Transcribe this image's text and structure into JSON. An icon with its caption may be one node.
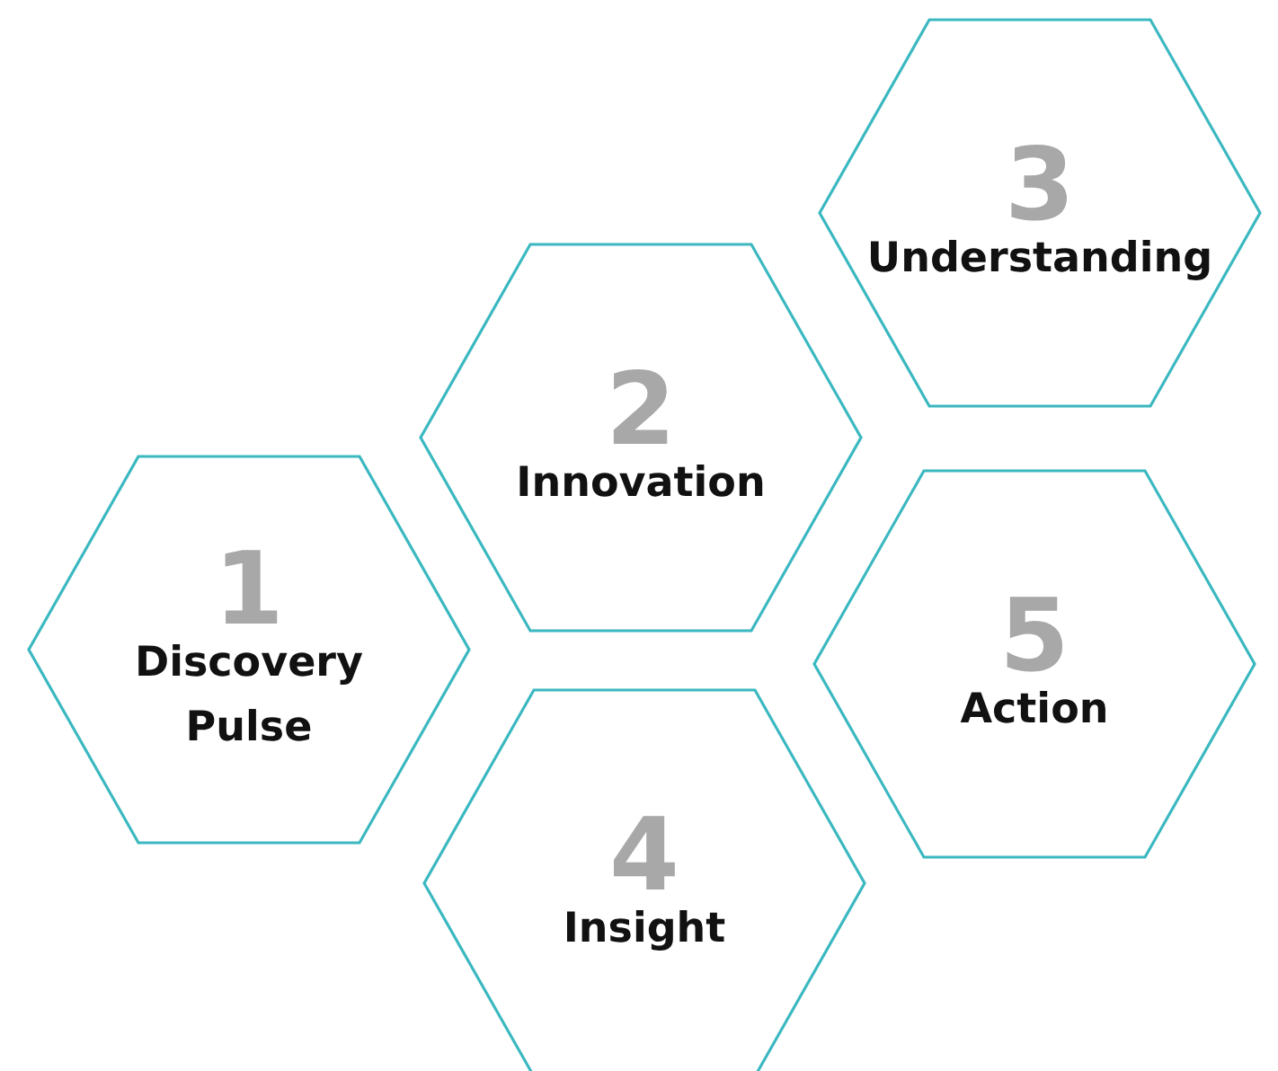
{
  "diagram": {
    "nodes": [
      {
        "text": [
          "1",
          "Discovery Pulse"
        ]
      },
      {
        "text": [
          "2",
          "Innovation"
        ]
      },
      {
        "text": [
          "3",
          "Understanding"
        ]
      },
      {
        "text": [
          "4",
          "Insight"
        ]
      },
      {
        "text": [
          "5",
          "Action"
        ]
      }
    ]
  }
}
